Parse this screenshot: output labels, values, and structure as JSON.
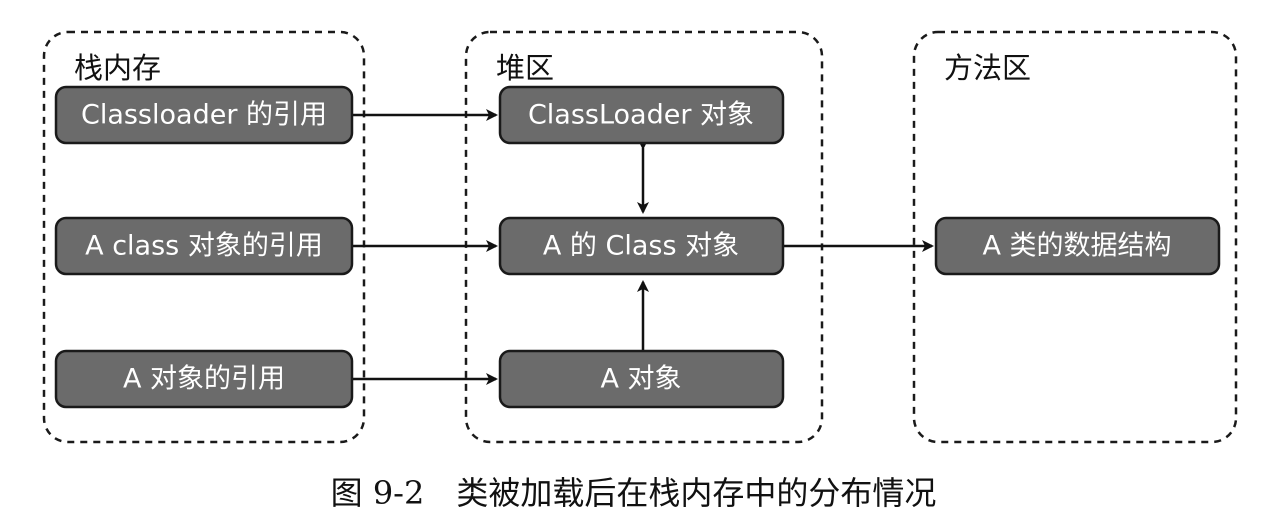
{
  "regions": {
    "stack": {
      "title": "栈内存"
    },
    "heap": {
      "title": "堆区"
    },
    "method": {
      "title": "方法区"
    }
  },
  "nodes": {
    "classloader_ref": "Classloader 的引用",
    "class_obj_ref": "A class 对象的引用",
    "a_obj_ref": "A 对象的引用",
    "classloader_obj": "ClassLoader 对象",
    "a_class_obj": "A 的 Class 对象",
    "a_obj": "A 对象",
    "a_data_struct": "A 类的数据结构"
  },
  "caption": "图 9-2　类被加载后在栈内存中的分布情况"
}
